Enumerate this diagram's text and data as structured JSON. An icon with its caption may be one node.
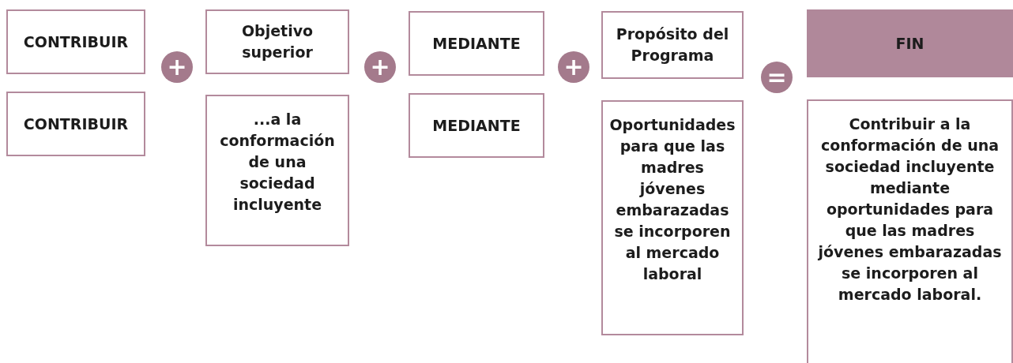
{
  "diagram": {
    "nodes": [
      {
        "text": [
          "CONTRIBUIR"
        ]
      },
      {
        "text": [
          "+"
        ]
      },
      {
        "text": [
          "Objetivo superior"
        ]
      },
      {
        "text": [
          "+"
        ]
      },
      {
        "text": [
          "MEDIANTE"
        ]
      },
      {
        "text": [
          "+"
        ]
      },
      {
        "text": [
          "Propósito del Programa"
        ]
      },
      {
        "text": [
          "="
        ]
      },
      {
        "text": [
          "FIN"
        ]
      },
      {
        "text": [
          "CONTRIBUIR"
        ]
      },
      {
        "text": [
          "...a la conformación de una sociedad incluyente"
        ]
      },
      {
        "text": [
          "MEDIANTE"
        ]
      },
      {
        "text": [
          "Oportunidades para que las madres jóvenes embarazadas se incorporen al mercado laboral"
        ]
      },
      {
        "text": [
          "Contribuir a la conformación de una sociedad incluyente mediante oportunidades para que las madres jóvenes embarazadas se incorporen al mercado laboral."
        ]
      }
    ]
  }
}
